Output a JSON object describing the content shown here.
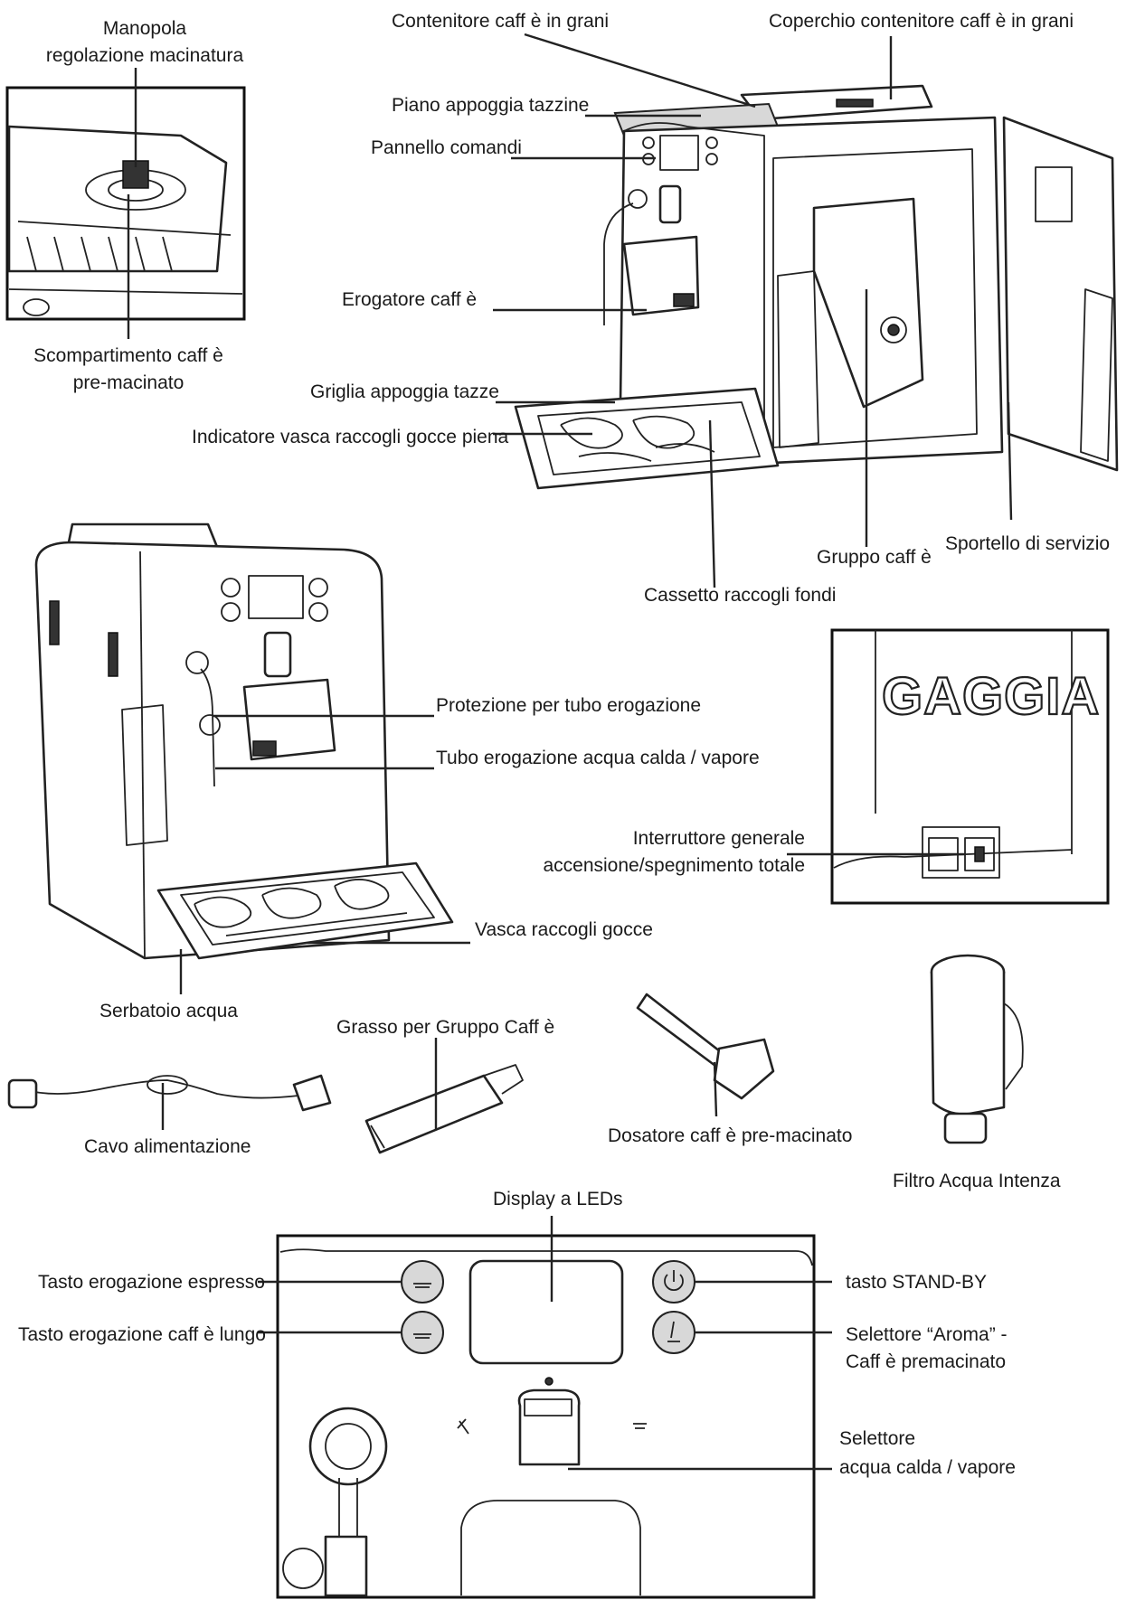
{
  "labels": {
    "grinder_knob_line1": "Manopola",
    "grinder_knob_line2": "regolazione macinatura",
    "preground_line1": "Scompartimento caff è",
    "preground_line2": "pre-macinato",
    "bean_container": "Contenitore caff è in grani",
    "bean_lid": "Coperchio contenitore caff è in grani",
    "cup_tray": "Piano appoggia tazzine",
    "control_panel": "Pannello comandi",
    "dispenser": "Erogatore caff è",
    "cup_grid": "Griglia appoggia tazze",
    "drip_full_indicator": "Indicatore vasca raccogli gocce piena",
    "grounds_drawer": "Cassetto raccogli fondi",
    "brew_group": "Gruppo caff è",
    "service_door": "Sportello di servizio",
    "nozzle_guard": "Protezione per tubo erogazione",
    "steam_wand": "Tubo erogazione acqua calda / vapore",
    "main_switch_line1": "Interruttore generale",
    "main_switch_line2": "accensione/spegnimento totale",
    "drip_tray": "Vasca raccogli gocce",
    "water_tank": "Serbatoio acqua",
    "grease": "Grasso per Gruppo Caff è",
    "power_cable": "Cavo alimentazione",
    "coffee_scoop": "Dosatore caff è pre-macinato",
    "water_filter": "Filtro Acqua Intenza",
    "led_display": "Display a LEDs",
    "espresso_button": "Tasto erogazione espresso",
    "lungo_button": "Tasto erogazione caff è lungo",
    "standby_button": "tasto STAND-BY",
    "aroma_line1": "Selettore “Aroma” -",
    "aroma_line2": "Caff è premacinato",
    "selector_line1": "Selettore",
    "selector_line2": "acqua calda / vapore"
  },
  "brand_logo": "GAGGIA",
  "colors": {
    "ink": "#1a1a1a",
    "background": "#ffffff",
    "panel_grey": "#d8d8d8"
  }
}
